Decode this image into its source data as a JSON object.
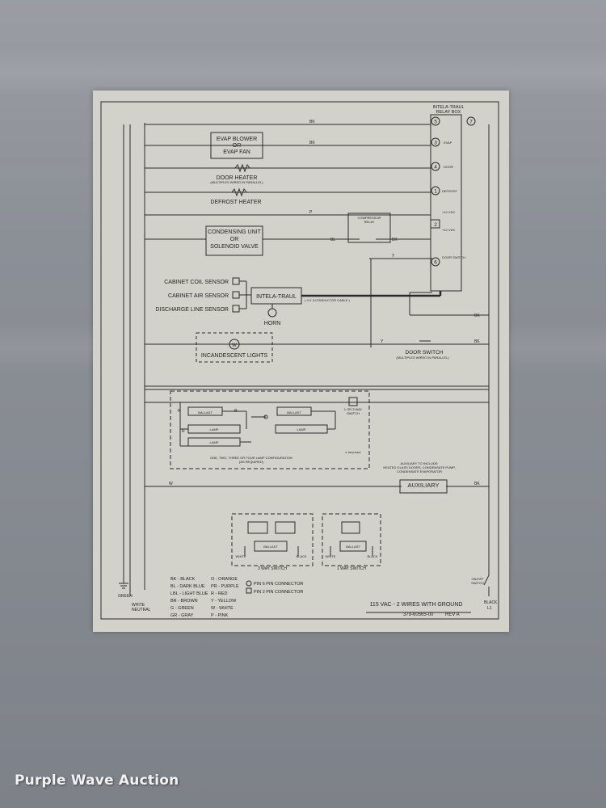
{
  "relay_box": {
    "title_line1": "INTELA-TRAUL",
    "title_line2": "RELAY BOX",
    "terminals": [
      "5",
      "3",
      "4",
      "1",
      "2",
      "6"
    ],
    "top_right_terminal": "7",
    "contact_labels": {
      "evap": "EVAP",
      "door": "DOOR",
      "defrost": "DEFROST",
      "v12a": "+12 VDC",
      "v12b": "+12 VDC",
      "door_switch": "DOOR SWITCH"
    }
  },
  "components": {
    "evap_line1": "EVAP BLOWER",
    "evap_line2": "OR",
    "evap_line3": "EVAP FAN",
    "door_heater": "DOOR HEATER",
    "door_heater_note": "(MULTIPLES WIRED IN PARALLEL)",
    "defrost_heater": "DEFROST HEATER",
    "condensing_line1": "CONDENSING UNIT",
    "condensing_line2": "OR",
    "condensing_line3": "SOLENOID VALVE",
    "compressor_line1": "COMPRESSOR",
    "compressor_line2": "RELAY",
    "cabinet_coil_sensor": "CABINET COIL SENSOR",
    "cabinet_air_sensor": "CABINET AIR SENSOR",
    "discharge_line_sensor": "DISCHARGE LINE SENSOR",
    "intela_traul": "INTELA-TRAUL",
    "cable_note": "( 4 X 3-CONDUCTOR CABLE )",
    "horn": "HORN",
    "incandescent_lights": "INCANDESCENT LIGHTS",
    "door_switch": "DOOR SWITCH",
    "door_switch_note": "(MULTIPLES WIRED IN PARALLEL)",
    "ballast": "BALLAST",
    "lamp": "LAMP",
    "switch_note_line1": "1 OR 3 WAY",
    "switch_note_line2": "SWITCH",
    "lamp_config_line1": "ONE, TWO, THREE OR FOUR LAMP CONFIGURATION",
    "lamp_config_line2": "(AS REQUIRED)",
    "if_required": "IF REQUIRED",
    "auxiliary": "AUXILIARY",
    "aux_note_line1": "AUXILIARY TO INCLUDE:",
    "aux_note_line2": "HEATED GLASS DOORS, CONDENSATE PUMP,",
    "aux_note_line3": "CONDENSATE EVAPORATOR",
    "three_way_switch": "3 WAY SWITCH",
    "one_way_switch": "1 WAY SWITCH",
    "white": "WHITE",
    "black": "BLACK",
    "on_off_line1": "ON/OFF",
    "on_off_line2": "SWITCH"
  },
  "wire_labels": {
    "bk": "BK",
    "p": "P",
    "bl": "BL",
    "y": "Y",
    "w": "W",
    "r": "R",
    "green": "GREEN",
    "white": "WHITE",
    "neutral": "NEUTRAL",
    "black": "BLACK",
    "l1": "L1"
  },
  "legend": [
    "BK - BLACK",
    "BL - DARK BLUE",
    "LBL - LIGHT BLUE",
    "BR - BROWN",
    "G - GREEN",
    "GR - GRAY",
    "O - ORANGE",
    "PR - PURPLE",
    "R - RED",
    "Y - YELLOW",
    "W - WHITE",
    "P - PINK"
  ],
  "connectors": {
    "pin6": "PIN 6 PIN CONNECTOR",
    "pin2": "PIN 2 PIN CONNECTOR"
  },
  "footer": {
    "supply": "115 VAC - 2 WIRES WITH GROUND",
    "drawing_no": "379-60565-00",
    "revision": "REV A"
  },
  "watermark": "Purple Wave Auction"
}
